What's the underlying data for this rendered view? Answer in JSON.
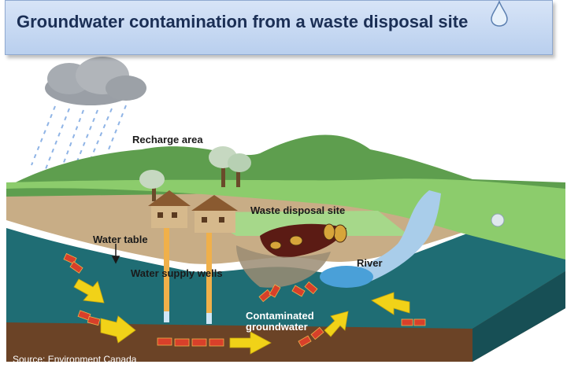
{
  "header": {
    "title": "Groundwater contamination from a waste disposal site"
  },
  "labels": {
    "recharge_area": "Recharge area",
    "waste_disposal_site": "Waste disposal site",
    "water_table": "Water table",
    "water_supply_wells": "Water supply wells",
    "river": "River",
    "contaminated_groundwater_line1": "Contaminated",
    "contaminated_groundwater_line2": "groundwater"
  },
  "source": "Source: Environment Canada",
  "colors": {
    "banner": "#c6d8f2",
    "title": "#1b2f55",
    "aquifer": "#1f6d74",
    "soil": "#c8ad86",
    "grass": "#7fbf62",
    "hills": "#5e9e4e",
    "river": "#a9cdea",
    "arrow": "#f1d218",
    "contaminant": "#d8402a"
  }
}
